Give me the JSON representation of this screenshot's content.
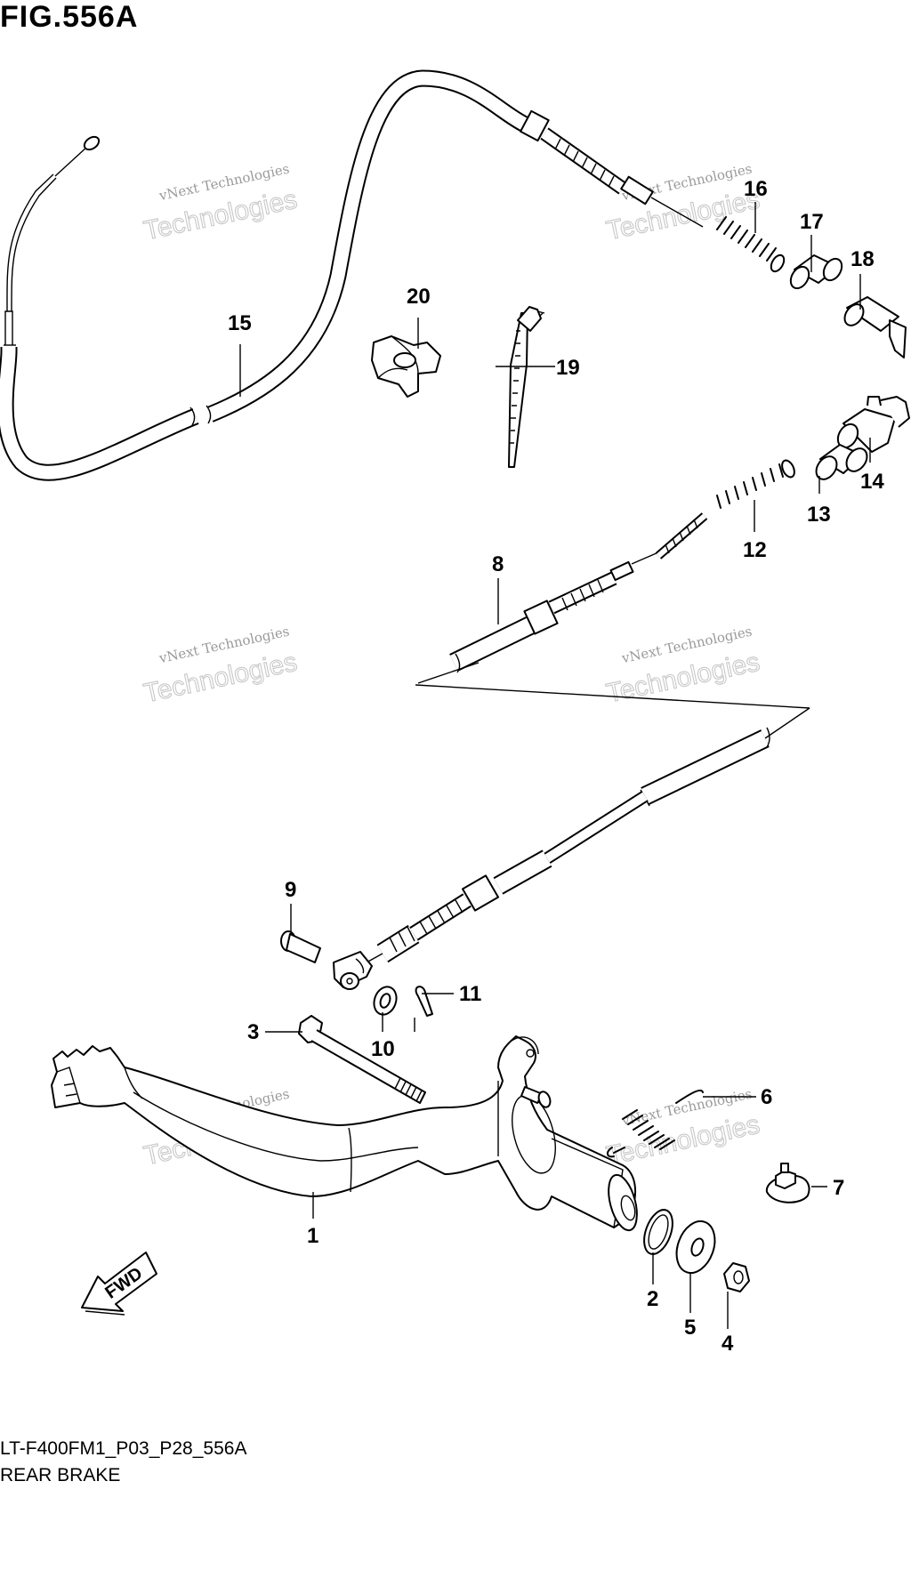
{
  "figure": {
    "title": "FIG.556A",
    "code": "LT-F400FM1_P03_P28_556A",
    "name": "REAR BRAKE"
  },
  "direction_badge": {
    "label": "FWD",
    "icon": "fwd-arrow-icon"
  },
  "watermark": {
    "line1": "vNext Technologies",
    "line2": "Technologies"
  },
  "callouts": [
    "1",
    "2",
    "3",
    "4",
    "5",
    "6",
    "7",
    "8",
    "9",
    "10",
    "11",
    "12",
    "13",
    "14",
    "15",
    "16",
    "17",
    "18",
    "19",
    "20"
  ]
}
